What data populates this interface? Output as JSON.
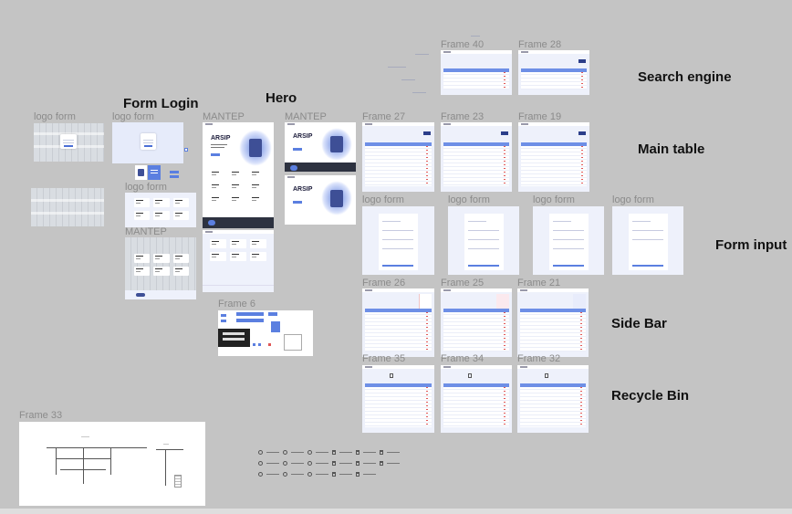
{
  "canvas": {
    "background": "#c4c4c4"
  },
  "sections": {
    "form_login": "Form Login",
    "hero": "Hero",
    "search_engine": "Search engine",
    "main_table": "Main table",
    "form_input": "Form input",
    "side_bar": "Side Bar",
    "recycle_bin": "Recycle Bin"
  },
  "frame_labels": {
    "logo_form_1": "logo form",
    "logo_form_2": "logo form",
    "logo_form_3": "logo form",
    "mantep_1": "MANTEP",
    "mantep_2": "MANTEP",
    "mantep_3": "MANTEP",
    "frame_6": "Frame 6",
    "frame_27": "Frame 27",
    "frame_23": "Frame 23",
    "frame_19": "Frame 19",
    "frame_40": "Frame 40",
    "frame_28": "Frame 28",
    "form_input_1": "logo form",
    "form_input_2": "logo form",
    "form_input_3": "logo form",
    "form_input_4": "logo form",
    "frame_26": "Frame 26",
    "frame_25": "Frame 25",
    "frame_21": "Frame 21",
    "frame_35": "Frame 35",
    "frame_34": "Frame 34",
    "frame_32": "Frame 32",
    "frame_33": "Frame 33"
  },
  "hero": {
    "title": "ARSIP"
  },
  "colors": {
    "accent": "#5b7fe0",
    "table_header": "#6e8fe6",
    "danger": "#e05656",
    "dark_footer": "#2d3240"
  },
  "icons": [
    "search-icon",
    "trash-icon",
    "restore-icon"
  ]
}
